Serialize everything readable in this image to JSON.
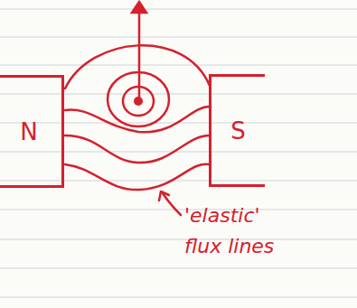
{
  "diagram": {
    "nodes": [
      {
        "text": [
          "N"
        ]
      },
      {
        "text": [
          "S"
        ]
      }
    ],
    "labels": [
      "'elastic' flux lines"
    ]
  }
}
